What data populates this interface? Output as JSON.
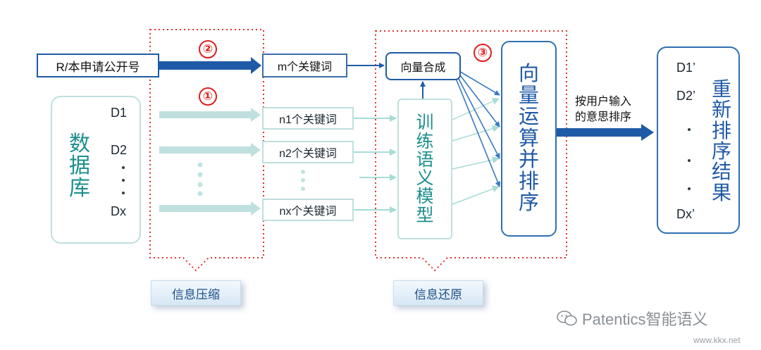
{
  "left_box": {
    "label": "R/本申请公开号"
  },
  "database": {
    "title_chars": [
      "数",
      "据",
      "库"
    ],
    "items": [
      "D1",
      "D2",
      "Dx"
    ]
  },
  "keywords": {
    "m": "m个关键词",
    "n1": "n1个关键词",
    "n2": "n2个关键词",
    "nx": "nx个关键词"
  },
  "steps": {
    "one": "①",
    "two": "②",
    "three": "③"
  },
  "compress_tab": "信息压缩",
  "restore_tab": "信息还原",
  "vector_combine": "向量合成",
  "train_model_chars": [
    "训",
    "练",
    "语",
    "义",
    "模",
    "型"
  ],
  "vector_sort_chars": [
    "向",
    "量",
    "运",
    "算",
    "并",
    "排",
    "序"
  ],
  "sort_label": {
    "line1": "按用户输入",
    "line2": "的意思排序"
  },
  "result": {
    "items": [
      "D1’",
      "D2’",
      "Dx’"
    ],
    "title_chars": [
      "重",
      "新",
      "排",
      "序",
      "结",
      "果"
    ]
  },
  "watermark": "Patentics智能语义",
  "site_watermark": "www.kkx.net",
  "colors": {
    "dark_blue": "#1f5aa6",
    "faded_teal": "#bfe0df",
    "red_dotted": "#e03030",
    "text_teal": "#1d8f8c"
  }
}
